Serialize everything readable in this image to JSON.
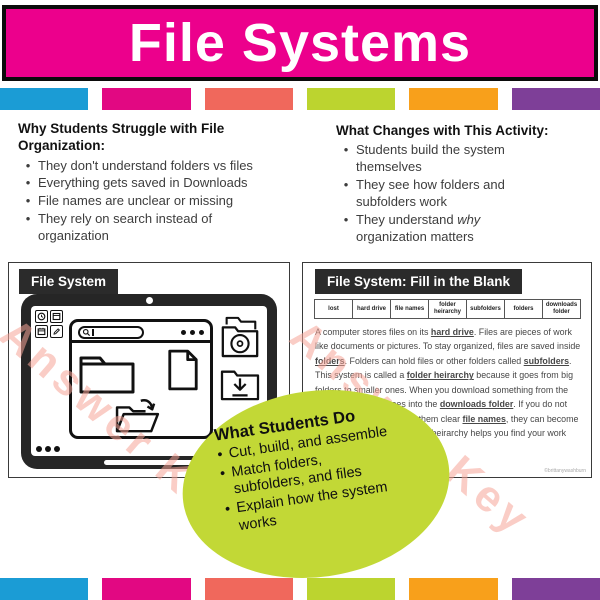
{
  "header": {
    "title": "File Systems"
  },
  "theme": {
    "banner_pink": "#EC008C",
    "stripe_colors": [
      "#1B9CD5",
      "#E20882",
      "#F0685C",
      "#BCD42F",
      "#F8A01B",
      "#7E3F98"
    ],
    "blob_green": "#C2D836",
    "watermark_pink": "rgba(246,164,152,0.55)"
  },
  "intro": {
    "left": {
      "heading": "Why Students Struggle with File Organization:",
      "bullets": [
        "They don't understand folders vs files",
        "Everything gets saved in Downloads",
        "File names are unclear or missing",
        "They rely on search instead of organization"
      ]
    },
    "right": {
      "heading": "What Changes with This Activity:",
      "bullets": [
        "Students build the system themselves",
        "They see how folders and subfolders work",
        "They understand <i>why</i> organization matters"
      ]
    }
  },
  "left_card": {
    "label": "File System",
    "watermark": "Answer Key"
  },
  "right_card": {
    "label": "File System: Fill in the Blank",
    "word_bank": [
      "lost",
      "hard drive",
      "file names",
      "folder heirarchy",
      "subfolders",
      "folders",
      "downloads folder"
    ],
    "paragraph": "A computer stores files on its <b><u>hard drive</u></b>. Files are pieces of work like documents or pictures. To stay organized, files are saved inside <b><u>folders</u></b>. Folders can hold files or other folders called <b><u>subfolders</u></b>. This system is called a <b><u>folder heirarchy</u></b> because it goes from big folders to smaller ones. When you download something from the internet, it usually goes into the <b><u>downloads folder</u></b>. If you do not organize your files or give them clear <b><u>file names</u></b>, they can become hard to find. Keeping a folder heirarchy helps you find your work quickly and easily.",
    "watermark": "Answer Key",
    "credit": "©brittanywashburn"
  },
  "blob": {
    "heading": "What Students Do",
    "bullets": [
      "Cut, build, and assemble",
      "Match folders, subfolders, and files",
      "Explain how the system works"
    ]
  }
}
